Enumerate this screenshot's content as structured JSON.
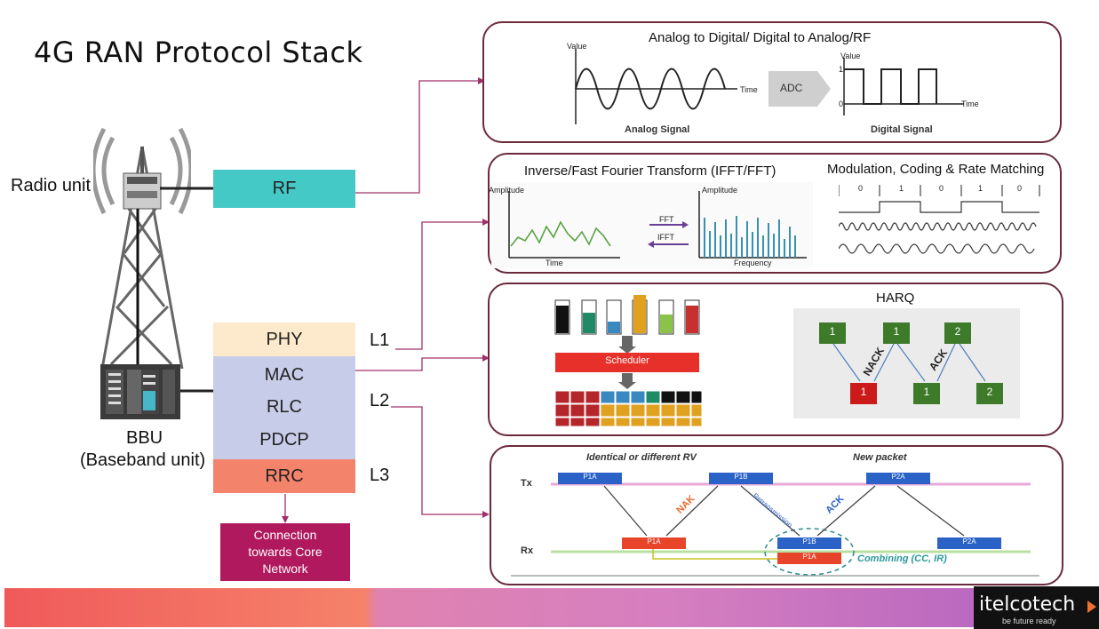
{
  "title": "4G RAN Protocol Stack",
  "radio_unit_label": "Radio unit",
  "bbu_label_line1": "BBU",
  "bbu_label_line2": "(Baseband unit)",
  "layers": {
    "rf": "RF",
    "phy": "PHY",
    "mac": "MAC",
    "rlc": "RLC",
    "pdcp": "PDCP",
    "rrc": "RRC"
  },
  "level_labels": {
    "l1": "L1",
    "l2": "L2",
    "l3": "L3"
  },
  "core_network_box": "Connection towards Core Network",
  "panels": {
    "adc": {
      "title": "Analog to Digital/ Digital to Analog/RF",
      "value_label": "Value",
      "time_label": "Time",
      "adc_label": "ADC",
      "analog_caption": "Analog Signal",
      "digital_caption": "Digital Signal",
      "tick_1": "1",
      "tick_0": "0"
    },
    "fft": {
      "title": "Inverse/Fast Fourier Transform (IFFT/FFT)",
      "amplitude_left": "Amplitude",
      "time_label": "Time",
      "fft_label": "FFT",
      "ifft_label": "IFFT",
      "amplitude_right": "Amplitude",
      "frequency_label": "Frequency"
    },
    "modulation": {
      "title": "Modulation, Coding & Rate Matching",
      "bits": [
        "0",
        "1",
        "0",
        "1",
        "0"
      ]
    },
    "scheduler": {
      "label": "Scheduler",
      "harq_title": "HARQ",
      "harq_tx": [
        "1",
        "1",
        "2"
      ],
      "harq_rx": [
        "1",
        "1",
        "2"
      ],
      "nack": "NACK",
      "ack": "ACK"
    },
    "harq_timeline": {
      "top_left": "Identical or different RV",
      "top_right": "New packet",
      "tx": "Tx",
      "rx": "Rx",
      "nak": "NAK",
      "ack": "ACK",
      "retrans": "Retransmission",
      "combining": "Combining (CC, IR)",
      "p1a": "P1A",
      "p1b": "P1B",
      "p2a": "P2A"
    }
  },
  "logo": {
    "name": "itelcotech",
    "tagline": "be future ready"
  },
  "colors": {
    "rf": "#45c9c6",
    "phy": "#fde9cc",
    "l2": "#c7cde9",
    "rrc": "#f4836c",
    "core": "#b0195e",
    "panel_border": "#6b2a3c",
    "connector": "#a0306a"
  }
}
